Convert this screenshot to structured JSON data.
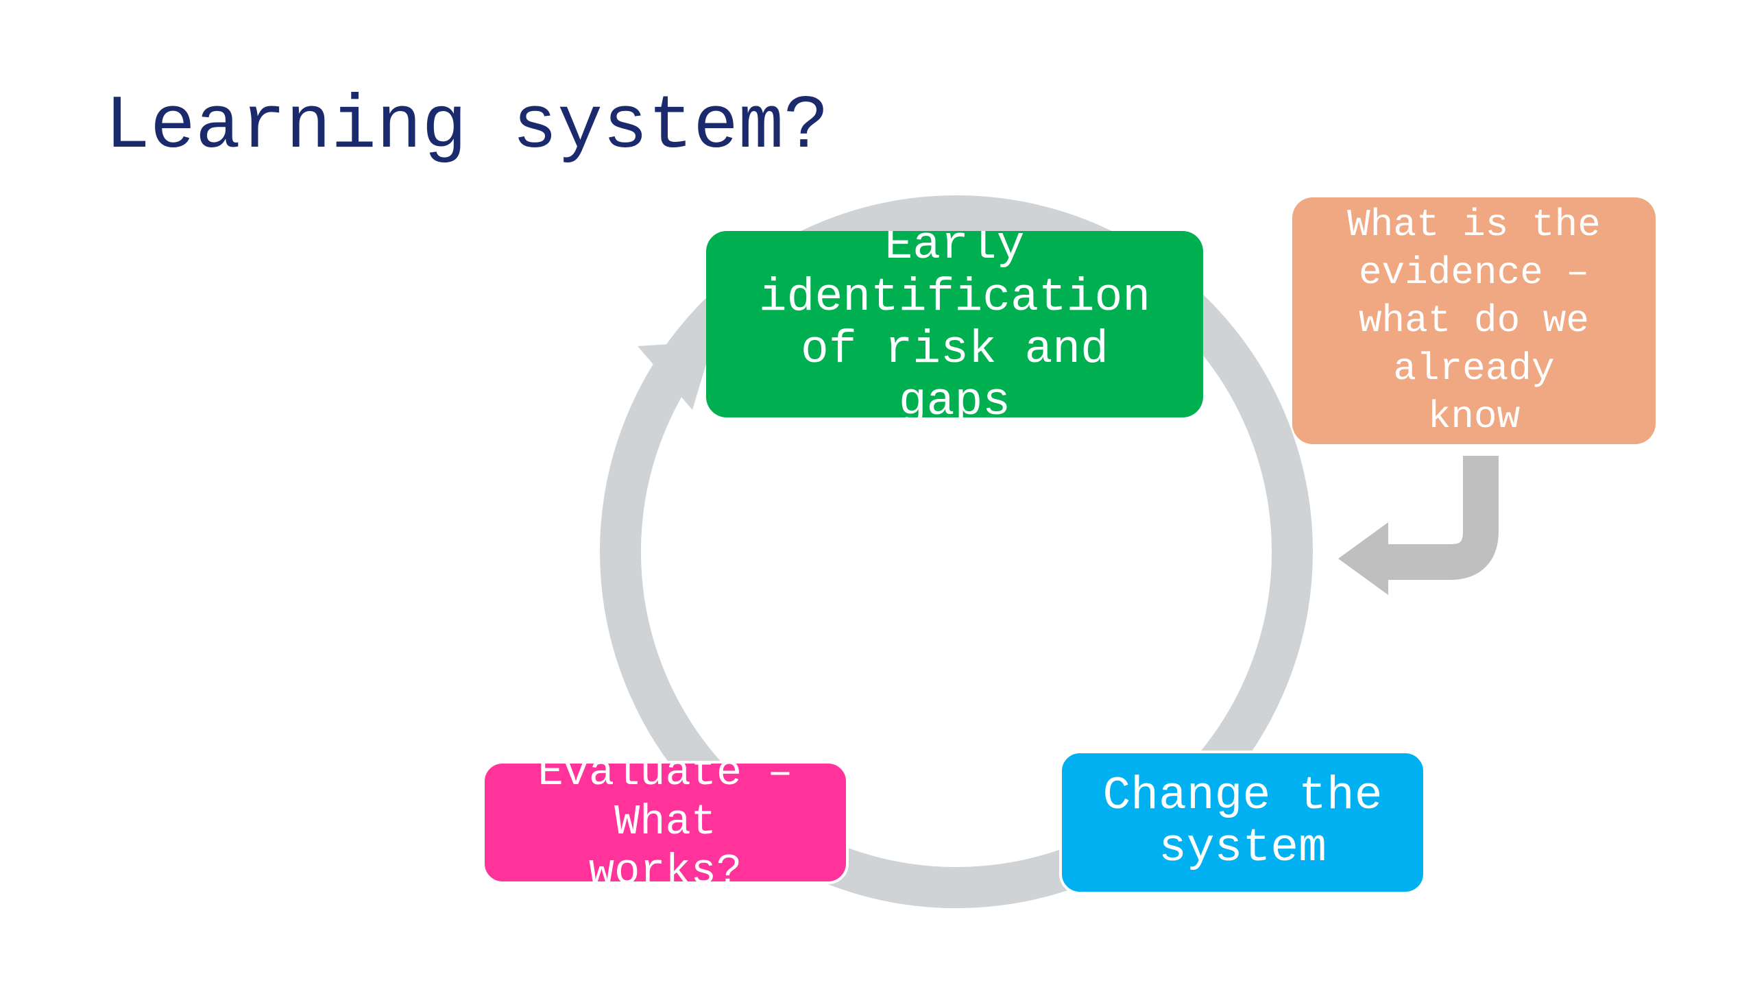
{
  "slide": {
    "title": "Learning system?"
  },
  "cycle": {
    "steps": [
      {
        "label": "Early\nidentification\nof risk and\ngaps",
        "color": "#00b050"
      },
      {
        "label": "Change the\nsystem",
        "color": "#00b0f0"
      },
      {
        "label": "Evaluate –\nWhat\nworks?",
        "color": "#ff3399"
      }
    ],
    "arrow_color": "#cfd3d6"
  },
  "evidence": {
    "label": "What is the\nevidence –\nwhat do we\nalready\nknow",
    "color": "#f0a882",
    "arrow_color": "#bfbfbf"
  }
}
